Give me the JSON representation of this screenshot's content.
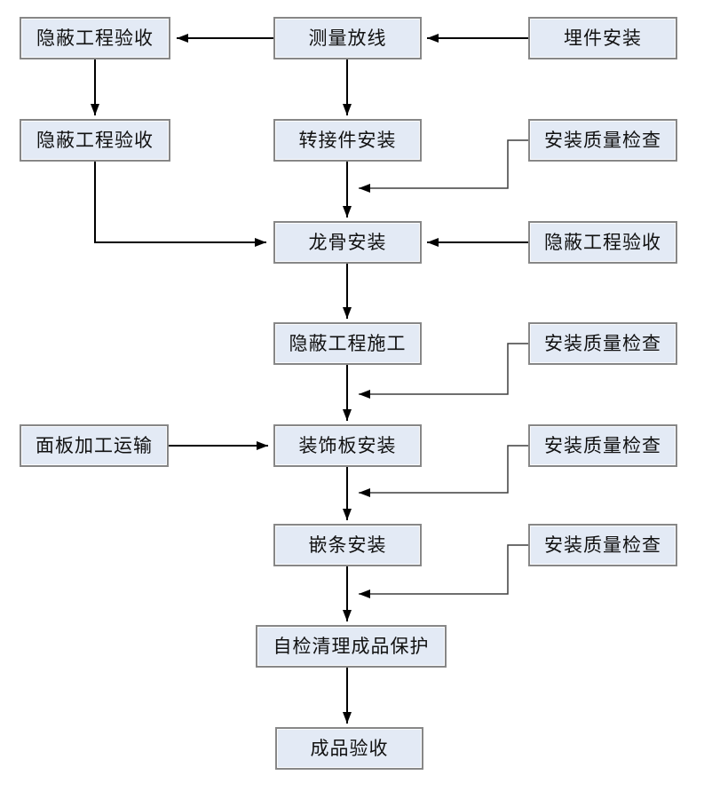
{
  "nodes": {
    "hidden_acceptance_1": {
      "label": "隐蔽工程验收"
    },
    "survey_layout": {
      "label": "测量放线"
    },
    "embed_install": {
      "label": "埋件安装"
    },
    "hidden_acceptance_2": {
      "label": "隐蔽工程验收"
    },
    "adapter_install": {
      "label": "转接件安装"
    },
    "quality_check_1": {
      "label": "安装质量检查"
    },
    "keel_install": {
      "label": "龙骨安装"
    },
    "hidden_acceptance_3": {
      "label": "隐蔽工程验收"
    },
    "hidden_construction": {
      "label": "隐蔽工程施工"
    },
    "quality_check_2": {
      "label": "安装质量检查"
    },
    "panel_processing": {
      "label": "面板加工运输"
    },
    "decor_panel_install": {
      "label": "装饰板安装"
    },
    "quality_check_3": {
      "label": "安装质量检查"
    },
    "trim_install": {
      "label": "嵌条安装"
    },
    "quality_check_4": {
      "label": "安装质量检查"
    },
    "self_check_cleanup": {
      "label": "自检清理成品保护"
    },
    "finished_acceptance": {
      "label": "成品验收"
    }
  },
  "colors": {
    "background": "#ffffff",
    "node_fill": "#e3eaf5",
    "node_border": "#878787",
    "main_arrow": "#000000",
    "feedback_connector": "#3f3f3f",
    "text": "#111111"
  }
}
